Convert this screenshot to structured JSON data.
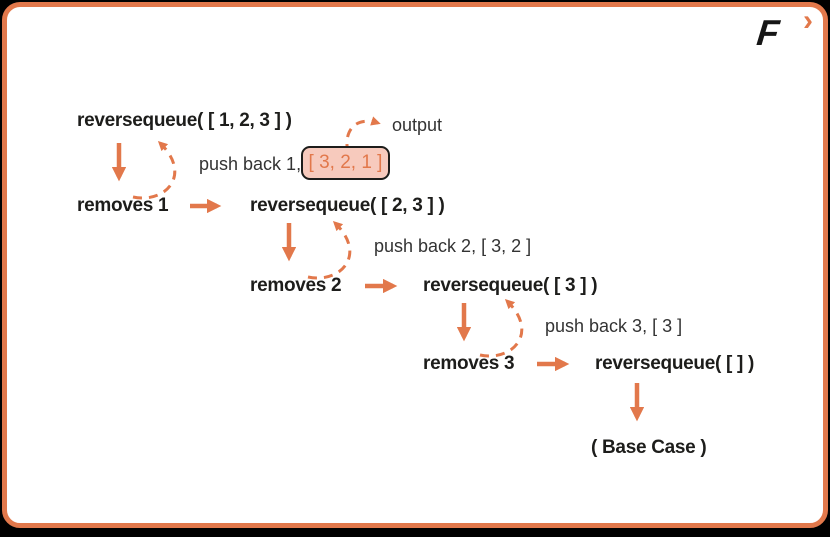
{
  "brand": {
    "letter": "F",
    "chevron": "›"
  },
  "colors": {
    "accent": "#E2784B",
    "box_fill": "#F7CABD",
    "box_border": "#1D1D1B",
    "text_bold": "#1D1D1B",
    "text_regular": "#333333",
    "card_bg": "#FFFFFF",
    "outer_bg": "#000000"
  },
  "diagram": {
    "calls": [
      {
        "label": "reversequeue( [ 1, 2, 3 ] )"
      },
      {
        "label": "reversequeue( [ 2, 3 ] )"
      },
      {
        "label": "reversequeue( [ 3 ] )"
      },
      {
        "label": "reversequeue( [ ] )"
      }
    ],
    "removes": [
      {
        "label": "removes 1"
      },
      {
        "label": "removes 2"
      },
      {
        "label": "removes 3"
      }
    ],
    "push_backs": [
      {
        "label": "push back 1,"
      },
      {
        "label": "push back 2, [ 3, 2 ]"
      },
      {
        "label": "push back 3, [ 3 ]"
      }
    ],
    "output_box_value": "[ 3, 2, 1 ]",
    "output_label": "output",
    "base_case_label": "( Base Case )"
  }
}
